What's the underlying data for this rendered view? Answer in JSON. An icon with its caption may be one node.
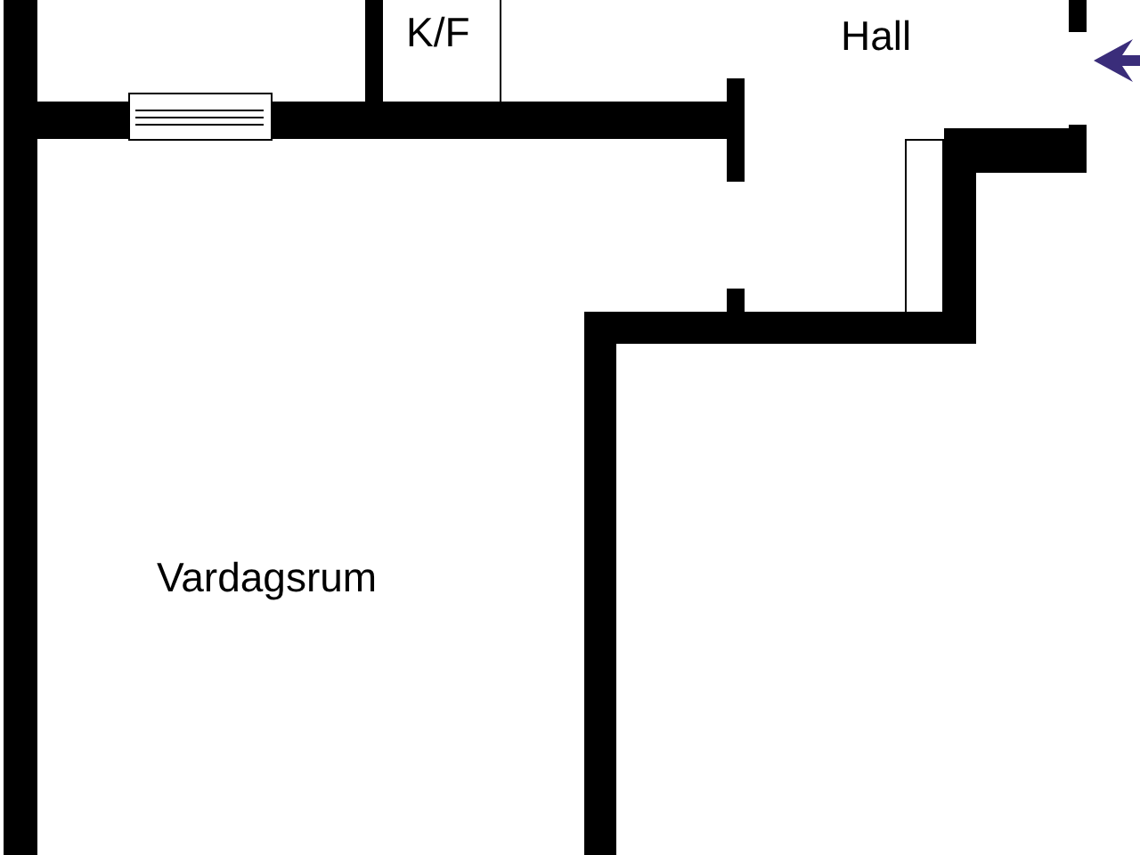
{
  "diagram": {
    "labels": [
      "K/F",
      "Hall",
      "Vardagsrum"
    ]
  }
}
